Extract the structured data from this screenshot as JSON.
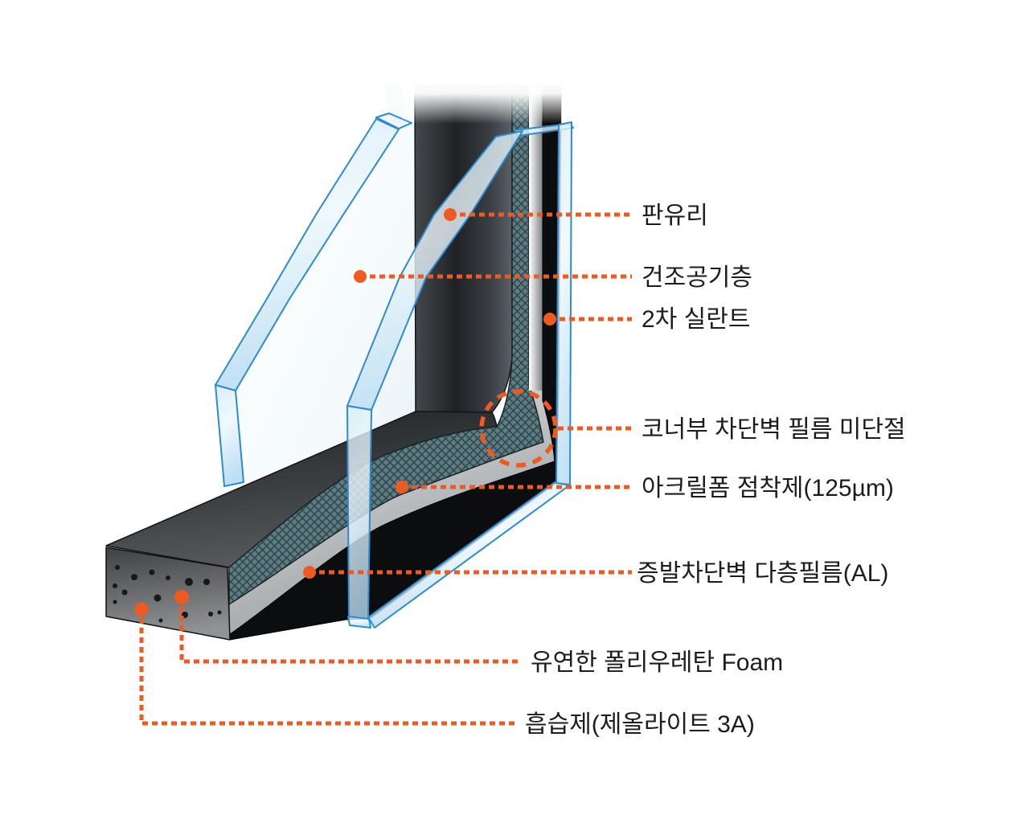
{
  "diagram": {
    "title_hidden": "",
    "labels": {
      "plate_glass": "판유리",
      "dry_air_layer": "건조공기층",
      "secondary_sealant": "2차 실란트",
      "corner_barrier_film_uncut": "코너부 차단벽 필름 미단절",
      "acrylic_foam_adhesive": "아크릴폼 점착제(125µm)",
      "vapor_barrier_multilayer_film": "증발차단벽 다층필름(AL)",
      "flexible_polyurethane_foam": "유연한 폴리우레탄 Foam",
      "desiccant_zeolite_3a": "흡습제(제올라이트 3A)"
    },
    "colors": {
      "accent_orange": "#EE5A20",
      "glass_edge_blue": "#2E8BCD",
      "glass_fill_blue": "#C8E5F5",
      "barrier_film_teal": "#5D7D84",
      "sealant_black": "#0B0D0E",
      "foam_dark_gray": "#25282B",
      "adhesive_silver": "#F2F3F4",
      "label_text": "#1C1C1C"
    }
  }
}
